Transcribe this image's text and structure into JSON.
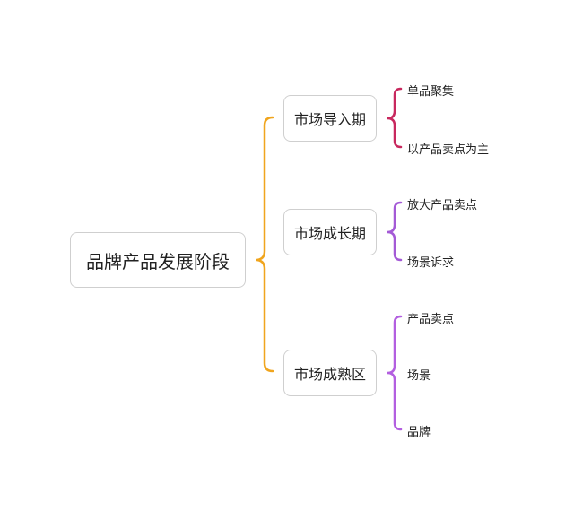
{
  "colors": {
    "root_brace": "#f0a51e",
    "stage1_brace": "#c8285e",
    "stage2_brace": "#a45ad6",
    "stage3_brace": "#b35fe0"
  },
  "root": {
    "label": "品牌产品发展阶段"
  },
  "stages": [
    {
      "label": "市场导入期",
      "children": [
        "单品聚集",
        "以产品卖点为主"
      ]
    },
    {
      "label": "市场成长期",
      "children": [
        "放大产品卖点",
        "场景诉求"
      ]
    },
    {
      "label": "市场成熟区",
      "children": [
        "产品卖点",
        "场景",
        "品牌"
      ]
    }
  ]
}
